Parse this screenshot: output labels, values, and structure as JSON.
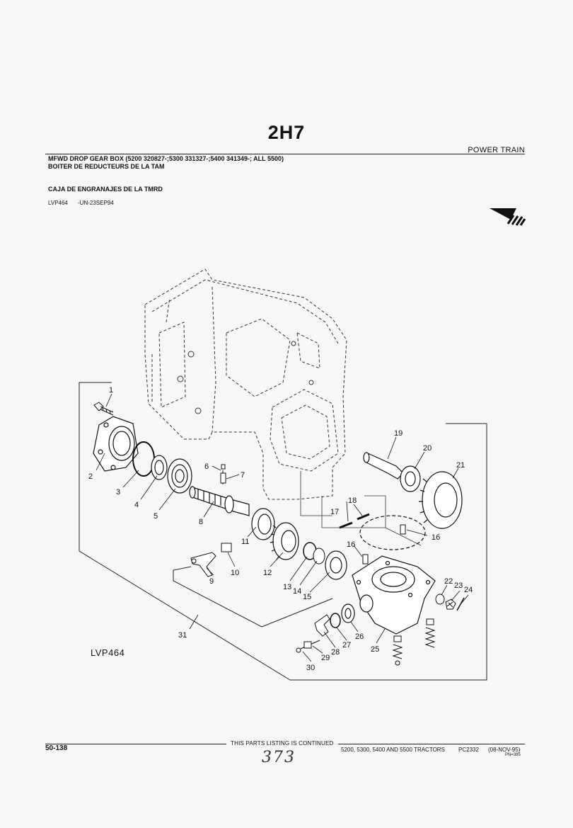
{
  "header": {
    "page_id": "2H7",
    "section": "POWER TRAIN",
    "title_en": "MFWD DROP GEAR BOX (5200 320827-;5300 331327-;5400 341349-; ALL 5500)",
    "title_fr": "BOITER DE REDUCTEURS DE LA TAM",
    "title_es": "CAJA DE ENGRANAJES DE LA TMRD",
    "ref_code": "LVP464",
    "ref_date": "-UN-23SEP94"
  },
  "diagram": {
    "label": "LVP464",
    "callouts": [
      "1",
      "2",
      "3",
      "4",
      "5",
      "6",
      "7",
      "8",
      "9",
      "10",
      "11",
      "12",
      "13",
      "14",
      "15",
      "16",
      "16",
      "17",
      "18",
      "19",
      "20",
      "21",
      "22",
      "23",
      "24",
      "25",
      "26",
      "27",
      "28",
      "29",
      "30",
      "31"
    ]
  },
  "footer": {
    "page_number": "50-138",
    "continued_text": "THIS PARTS LISTING IS CONTINUED",
    "models": "5200, 5300, 5400 AND 5500 TRACTORS",
    "catalog": "PC2332",
    "date": "(08-NOV-95)",
    "pn": "PN=385",
    "handwritten_number": "373"
  },
  "icons": {
    "page_arrow": "next-page-arrow-icon"
  }
}
